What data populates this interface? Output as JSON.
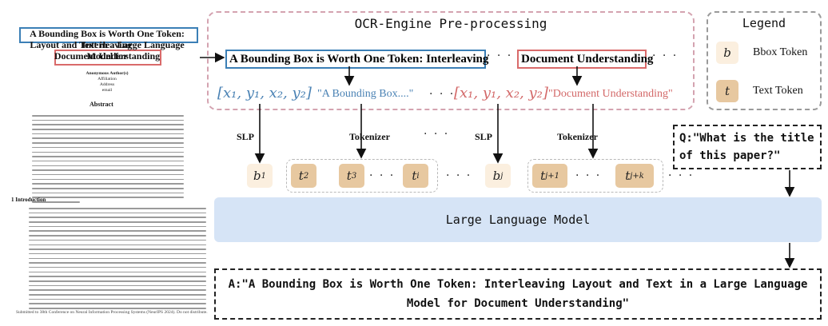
{
  "paper": {
    "title_line1": "A Bounding Box is Worth One Token: Interleaving",
    "title_line2": "Layout and Text in a Large Language Model for",
    "title_line3": "Document Understanding",
    "authors_label": "Anonymous Author(s)",
    "affiliation": "Affiliation",
    "address": "Address",
    "email": "email",
    "abstract_heading": "Abstract",
    "intro_heading": "1 Introduction",
    "footer": "Submitted to 38th Conference on Neural Information Processing Systems (NeurIPS 2024). Do not distribute."
  },
  "ocr": {
    "title": "OCR-Engine Pre-processing",
    "text_box_1": "A Bounding Box is Worth One Token: Interleaving",
    "text_box_2": "Document Understanding",
    "bbox_coords": "[x₁, y₁, x₂, y₂]",
    "string_1": "\"A Bounding Box....\"",
    "string_2": "\"Document Understanding\"",
    "ellipsis": "· · ·"
  },
  "legend": {
    "title": "Legend",
    "bbox_symbol": "b",
    "bbox_label": "Bbox Token",
    "text_symbol": "t",
    "text_label": "Text Token"
  },
  "labels": {
    "slp": "SLP",
    "tokenizer": "Tokenizer"
  },
  "tokens": {
    "b1_base": "b",
    "b1_sup": "1",
    "t2_base": "t",
    "t2_sup": "2",
    "t3_base": "t",
    "t3_sup": "3",
    "ti_base": "t",
    "ti_sup": "i",
    "bj_base": "b",
    "bj_sup": "j",
    "tj1_base": "t",
    "tj1_sup": "j+1",
    "tjk_base": "t",
    "tjk_sup": "j+k"
  },
  "question": {
    "text": "Q:\"What is the title of this paper?\""
  },
  "llm": {
    "label": "Large Language Model"
  },
  "answer": {
    "text": "A:\"A Bounding Box is Worth One Token: Interleaving Layout and Text in a Large Language Model for Document Understanding\""
  },
  "colors": {
    "blue_box": "#3b7fb6",
    "red_box": "#d96a6a",
    "bbox_token": "#fbefdf",
    "text_token": "#e7c8a0",
    "llm_bg": "#d6e4f6",
    "ocr_border": "#d4a3b0"
  }
}
